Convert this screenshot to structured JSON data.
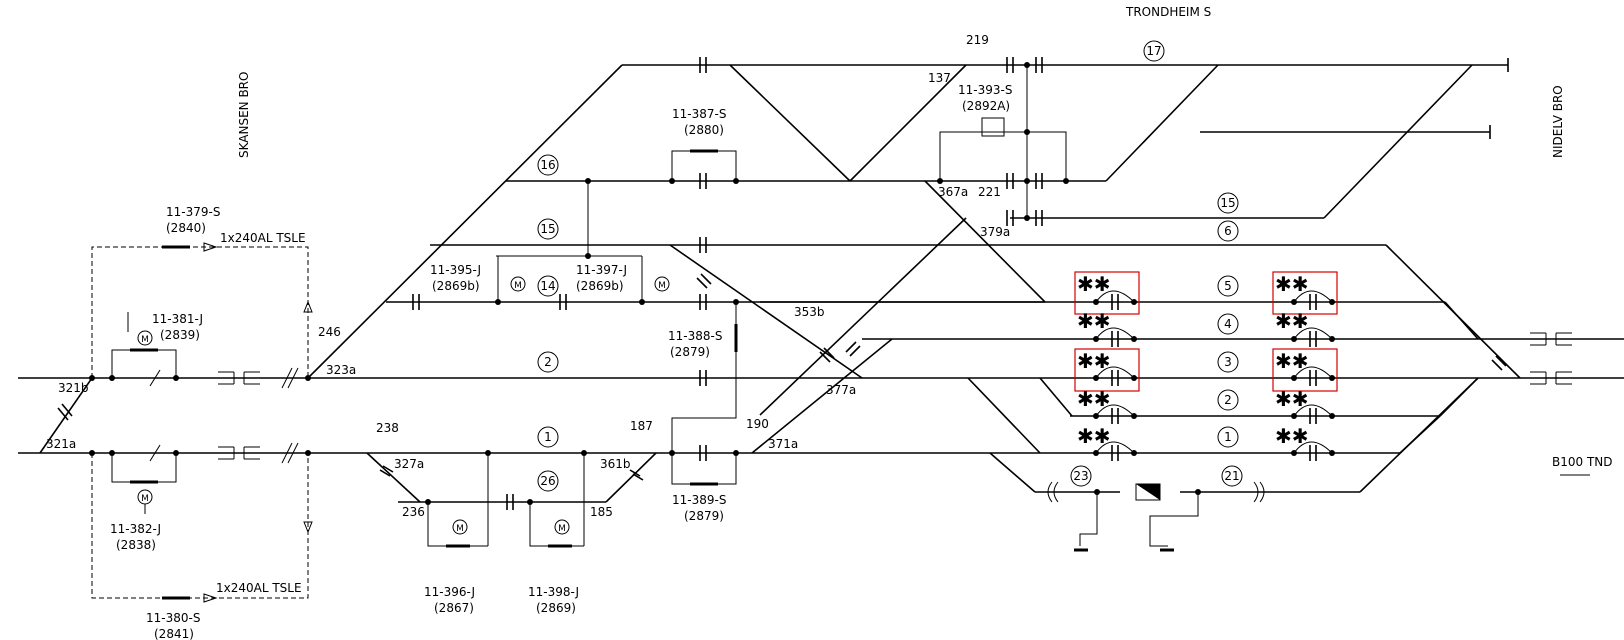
{
  "stations": {
    "trondheim": "TRONDHEIM S",
    "skansen": "SKANSEN BRO",
    "nidelv": "NIDELV BRO",
    "b100": "B100 TND"
  },
  "feeders": {
    "top": "1x240AL TSLE",
    "bottom": "1x240AL TSLE"
  },
  "track_numbers": [
    "17",
    "16",
    "15",
    "14",
    "2",
    "1",
    "26",
    "15",
    "6",
    "5",
    "4",
    "3",
    "2",
    "1",
    "23",
    "21"
  ],
  "switches": {
    "s321b": "321b",
    "s321a": "321a",
    "s323a": "323a",
    "s327a": "327a",
    "s361b": "361b",
    "s371a": "371a",
    "s353b": "353b",
    "s377a": "377a",
    "s367a": "367a",
    "s379a": "379a",
    "s137": "137"
  },
  "signals": {
    "sig219": "219",
    "sig221": "221",
    "sig246": "246",
    "sig238": "238",
    "sig236": "236",
    "sig187": "187",
    "sig190": "190",
    "sig185": "185"
  },
  "disconnectors": {
    "d379": {
      "id": "11-379-S",
      "ref": "(2840)"
    },
    "d381": {
      "id": "11-381-J",
      "ref": "(2839)"
    },
    "d382": {
      "id": "11-382-J",
      "ref": "(2838)"
    },
    "d380": {
      "id": "11-380-S",
      "ref": "(2841)"
    },
    "d387": {
      "id": "11-387-S",
      "ref": "(2880)"
    },
    "d393": {
      "id": "11-393-S",
      "ref": "(2892A)"
    },
    "d395": {
      "id": "11-395-J",
      "ref": "(2869b)"
    },
    "d397": {
      "id": "11-397-J",
      "ref": "(2869b)"
    },
    "d388": {
      "id": "11-388-S",
      "ref": "(2879)"
    },
    "d389": {
      "id": "11-389-S",
      "ref": "(2879)"
    },
    "d396": {
      "id": "11-396-J",
      "ref": "(2867)"
    },
    "d398": {
      "id": "11-398-J",
      "ref": "(2869)"
    }
  },
  "motor_symbol": "M",
  "star_symbol": "✱✱"
}
